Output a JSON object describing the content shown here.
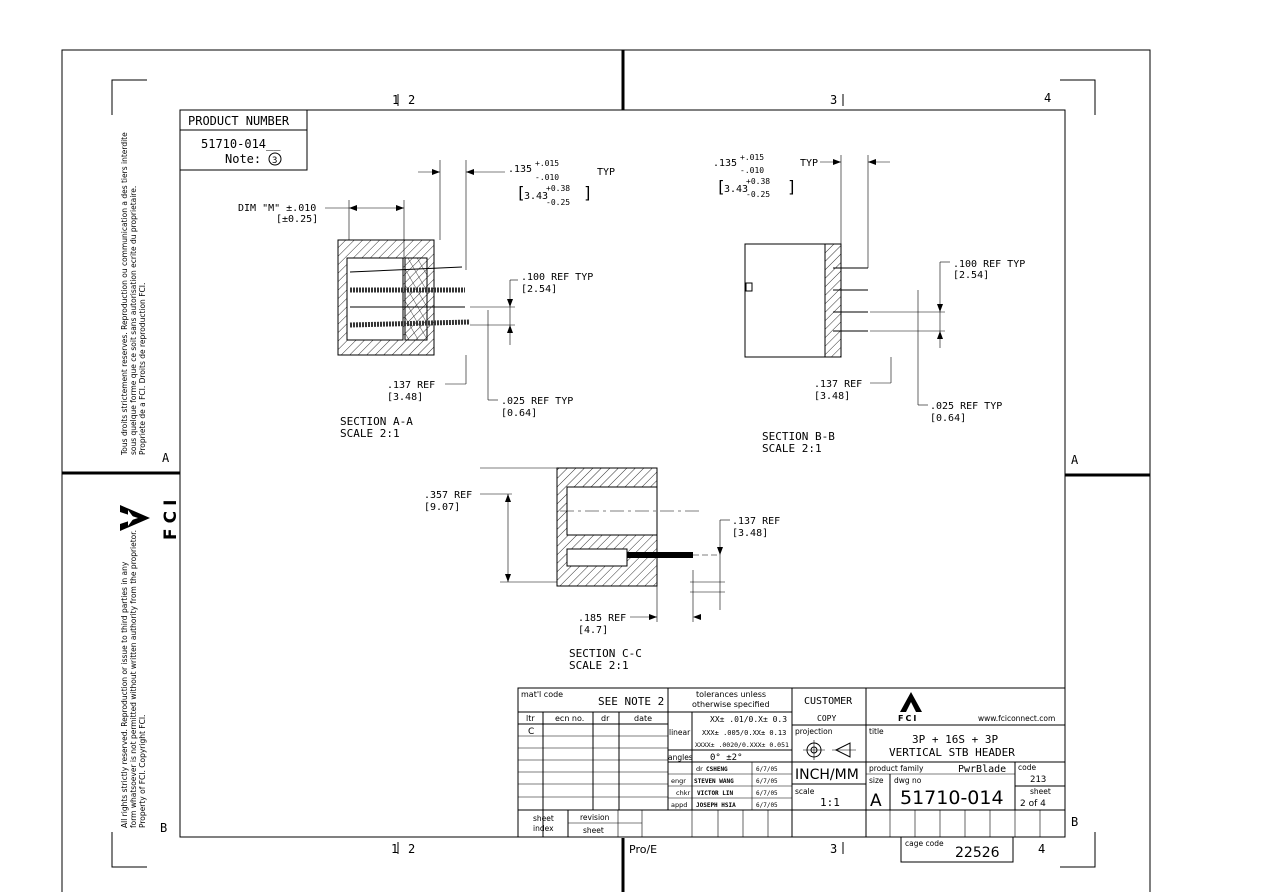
{
  "zones": {
    "top": [
      "1",
      "2",
      "3",
      "4"
    ],
    "bottom": [
      "1",
      "2",
      "3",
      "4"
    ],
    "left": [
      "A",
      "B"
    ],
    "right": [
      "A",
      "B"
    ]
  },
  "legal_fr": [
    "Tous droits strictement reserves. Reproduction ou communication a des tiers interdite",
    "sous quelque forme que ce soit sans autorisation ecrite du proprietaire.",
    "Propriete de a FCI. Droits de reproduction FCI."
  ],
  "legal_en": [
    "All rights strictly reserved. Reproduction or issue to third parties in any",
    "form whatsoever is not permitted without written authority from the proprietor.",
    "Property of FCI. Copyright FCI."
  ],
  "side_logo_text": "FCI",
  "product_number": {
    "header": "PRODUCT NUMBER",
    "value": "51710-014__",
    "note_label": "Note:",
    "note_num": "3"
  },
  "section_aa": {
    "title": "SECTION  A-A",
    "scale": "SCALE  2:1",
    "dim_m": "DIM \"M\" ±.010",
    "dim_m_mm": "[±0.25]",
    "tol_base": ".135",
    "tol_plus": "+.015",
    "tol_minus": "-.010",
    "typ": "TYP",
    "tol_mm_base": "3.43",
    "tol_mm_plus": "+0.38",
    "tol_mm_minus": "-0.25",
    "pitch": ".100  REF TYP",
    "pitch_mm": "[2.54]",
    "ref": ".137  REF",
    "ref_mm": "[3.48]",
    "pin": ".025  REF TYP",
    "pin_mm": "[0.64]"
  },
  "section_bb": {
    "title": "SECTION  B-B",
    "scale": "SCALE  2:1",
    "tol_base": ".135",
    "tol_plus": "+.015",
    "tol_minus": "-.010",
    "typ": "TYP",
    "tol_mm_base": "3.43",
    "tol_mm_plus": "+0.38",
    "tol_mm_minus": "-0.25",
    "pitch": ".100  REF TYP",
    "pitch_mm": "[2.54]",
    "ref": ".137  REF",
    "ref_mm": "[3.48]",
    "pin": ".025  REF TYP",
    "pin_mm": "[0.64]"
  },
  "section_cc": {
    "title": "SECTION  C-C",
    "scale": "SCALE  2:1",
    "height": ".357  REF",
    "height_mm": "[9.07]",
    "ref": ".137  REF",
    "ref_mm": "[3.48]",
    "depth": ".185 REF",
    "depth_mm": "[4.7]"
  },
  "title_block": {
    "matl_label": "mat'l code",
    "matl_value": "SEE NOTE 2",
    "rev_headers": [
      "ltr",
      "ecn no.",
      "dr",
      "date"
    ],
    "rev_ltr": "C",
    "tol_header": [
      "tolerances unless",
      "otherwise specified"
    ],
    "linear_label": "linear",
    "angles_label": "angles",
    "tol_xx": "XX± .01/0.X± 0.3",
    "tol_xxx": "XXX± .005/0.XX± 0.13",
    "tol_xxxx": "XXXX± .0020/0.XXX± 0.051",
    "tol_angle": "0° ±2°",
    "people": [
      {
        "role": "dr",
        "name": "CSHENG",
        "date": "6/7/05"
      },
      {
        "role": "engr",
        "name": "STEVEN WANG",
        "date": "6/7/05"
      },
      {
        "role": "chkr",
        "name": "VICTOR LIN",
        "date": "6/7/05"
      },
      {
        "role": "appd",
        "name": "JOSEPH HSIA",
        "date": "6/7/05"
      }
    ],
    "customer": "CUSTOMER",
    "copy": "COPY",
    "projection_label": "projection",
    "units": "INCH/MM",
    "scale_label": "scale",
    "scale_value": "1:1",
    "logo_text": "FCI",
    "website": "www.fciconnect.com",
    "title_label": "title",
    "title_line1": "3P + 16S + 3P",
    "title_line2": "VERTICAL STB HEADER",
    "family_label": "product family",
    "family_value": "PwrBlade",
    "code_label": "code",
    "code_value": "213",
    "size_label": "size",
    "size_value": "A",
    "dwg_label": "dwg no",
    "dwg_value": "51710-014",
    "sheet_label": "sheet",
    "sheet_value": "2 of 4",
    "sheet_index": [
      "sheet",
      "index"
    ],
    "revision": "revision",
    "sheet_word": "sheet",
    "cage_label": "cage code",
    "cage_value": "22526",
    "pro_e": "Pro/E"
  }
}
